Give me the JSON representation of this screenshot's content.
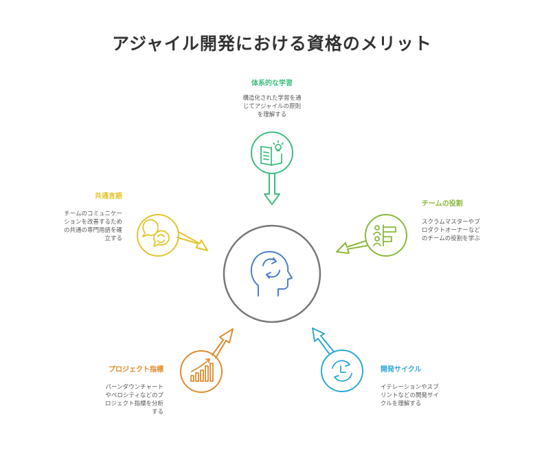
{
  "title": "アジャイル開発における資格のメリット",
  "colors": {
    "center": "#777777",
    "brain": "#4a7fc8",
    "learning": "#3dbd7d",
    "team_roles": "#8ab83a",
    "dev_cycle": "#2aa8d8",
    "metrics": "#e08a2c",
    "language": "#e3c52a"
  },
  "nodes": {
    "learning": {
      "label": "体系的な学習",
      "desc": [
        "構造化された学習を通",
        "じてアジャイルの原則",
        "を理解する"
      ],
      "icon": "book-lightbulb-icon"
    },
    "team_roles": {
      "label": "チームの役割",
      "desc": [
        "スクラムマスターやプ",
        "ロダクトオーナーなど",
        "のチームの役割を学ぶ"
      ],
      "icon": "team-roles-icon"
    },
    "dev_cycle": {
      "label": "開発サイクル",
      "desc": [
        "イテレーションやスプ",
        "リントなどの開発サイ",
        "クルを理解する"
      ],
      "icon": "clock-cycle-icon"
    },
    "metrics": {
      "label": "プロジェクト指標",
      "desc": [
        "バーンダウンチャート",
        "やベロシティなどのプ",
        "ロジェクト指標を分析",
        "する"
      ],
      "icon": "bar-chart-icon"
    },
    "language": {
      "label": "共通言語",
      "desc": [
        "チームのコミュニケー",
        "ションを改善するため",
        "の共通の専門用語を確",
        "立する"
      ],
      "icon": "chat-bubbles-icon"
    }
  },
  "center_icon": "head-cycle-icon"
}
